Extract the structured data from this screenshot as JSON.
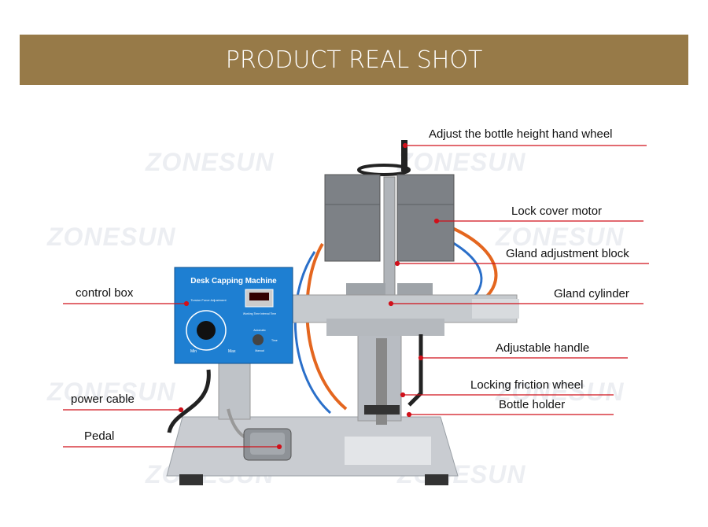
{
  "banner": {
    "title": "PRODUCT REAL SHOT",
    "color": "#977a48"
  },
  "watermark": "ZONESUN",
  "machine": {
    "panel_title": "Desk Capping Machine",
    "panel_subtitle": "Torsion Force Adjustment",
    "dial_min": "Min",
    "dial_max": "Max",
    "timer_label": "Working Time  Interval Time",
    "switch_top": "Automatic",
    "switch_bottom": "Manual",
    "switch_side": "Time"
  },
  "labels": {
    "hand_wheel": "Adjust the bottle height hand wheel",
    "motor": "Lock cover motor",
    "gland_block": "Gland adjustment block",
    "gland_cylinder": "Gland cylinder",
    "handle": "Adjustable handle",
    "friction_wheel": "Locking friction wheel",
    "bottle_holder": "Bottle holder",
    "control_box": "control box",
    "power_cable": "power cable",
    "pedal": "Pedal"
  },
  "line_color": "#d0101a"
}
